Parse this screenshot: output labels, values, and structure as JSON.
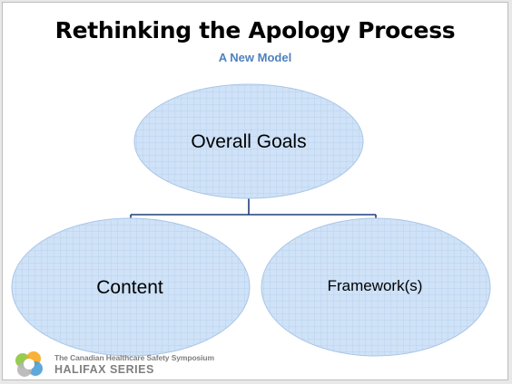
{
  "title": "Rethinking the Apology Process",
  "subtitle": "A New Model",
  "colors": {
    "node_fill": "#cfe2f7",
    "node_stroke": "#a9c6e8",
    "connector": "#1f3f7a",
    "subtitle": "#4f81bd"
  },
  "diagram": {
    "root": {
      "label": "Overall Goals"
    },
    "children": [
      {
        "label": "Content"
      },
      {
        "label": "Framework(s)"
      }
    ]
  },
  "footer": {
    "line1": "The Canadian Healthcare Safety Symposium",
    "line2": "HALIFAX SERIES",
    "logo_icon": "symposium-logo-icon"
  }
}
